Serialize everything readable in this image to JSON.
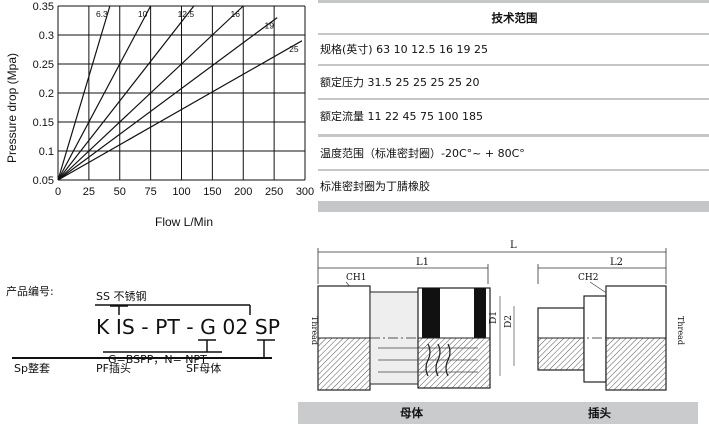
{
  "chart_data": {
    "type": "line",
    "xlabel": "Flow L/Min",
    "ylabel": "Pressure drop (Mpa)",
    "xlim": [
      0,
      300
    ],
    "ylim": [
      0.05,
      0.35
    ],
    "x_ticks": [
      "0",
      "25",
      "50",
      "75",
      "100",
      "150",
      "200",
      "250",
      "300"
    ],
    "y_ticks": [
      "0.05",
      "0.1",
      "0.15",
      "0.2",
      "0.25",
      "0.3",
      "0.35"
    ],
    "grid": true,
    "series": [
      {
        "name": "6.3",
        "x": [
          0,
          42
        ],
        "y": [
          0.05,
          0.35
        ]
      },
      {
        "name": "10",
        "x": [
          0,
          75
        ],
        "y": [
          0.05,
          0.35
        ]
      },
      {
        "name": "12.5",
        "x": [
          0,
          120
        ],
        "y": [
          0.05,
          0.35
        ]
      },
      {
        "name": "16",
        "x": [
          0,
          200
        ],
        "y": [
          0.05,
          0.35
        ]
      },
      {
        "name": "19",
        "x": [
          0,
          255
        ],
        "y": [
          0.05,
          0.33
        ]
      },
      {
        "name": "25",
        "x": [
          0,
          295
        ],
        "y": [
          0.05,
          0.29
        ]
      }
    ]
  },
  "spec_table": {
    "header": "技术范围",
    "rows": [
      "规格(英寸) 63 10 12.5 16 19 25",
      "额定压力 31.5 25 25 25 25 20",
      "额定流量 11 22 45 75 100 185",
      "温度范围（标准密封圈）-20C°~ + 80C°",
      "标准密封圈为丁腈橡胶"
    ]
  },
  "product_code": {
    "title": "产品编号:",
    "code": "K IS - PT - G 02 SP",
    "ss_label": "SS 不锈钢",
    "thread_label": "G=BSPP，N= NPT",
    "sp_label": "Sp整套",
    "pf_label": "PF插头",
    "sf_label": "SF母体"
  },
  "drawing": {
    "L": "L",
    "L1": "L1",
    "L2": "L2",
    "CH1": "CH1",
    "CH2": "CH2",
    "D1": "D1",
    "D2": "D2",
    "thread": "Thread",
    "caption_left": "母体",
    "caption_right": "插头"
  },
  "colors": {
    "band": "#c4c6c8",
    "caption_band": "#c9cbcd",
    "hatch": "#555555"
  }
}
